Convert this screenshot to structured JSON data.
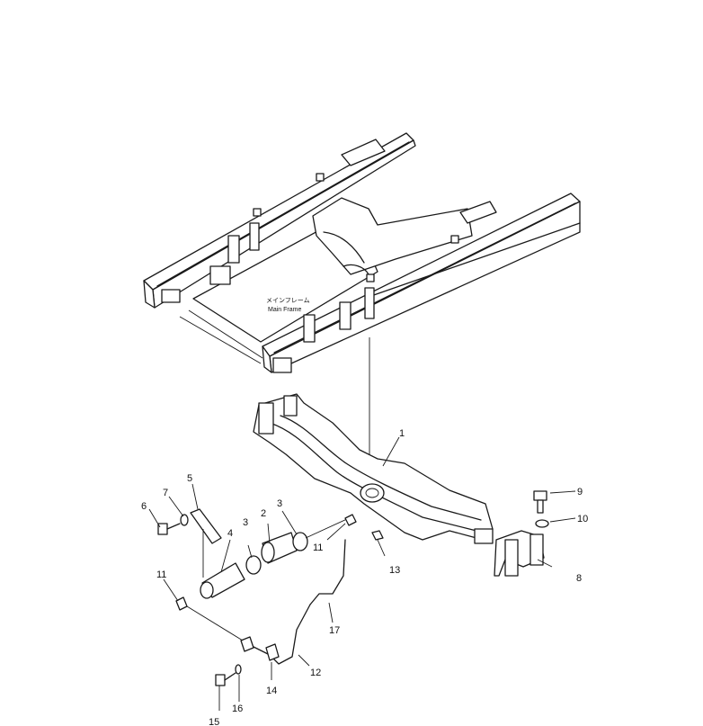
{
  "frame_label": {
    "jp": "メインフレーム",
    "en": "Main Frame"
  },
  "callouts": [
    "1",
    "2",
    "3",
    "3",
    "4",
    "5",
    "6",
    "7",
    "8",
    "9",
    "10",
    "11",
    "11",
    "12",
    "13",
    "14",
    "15",
    "16",
    "17"
  ]
}
